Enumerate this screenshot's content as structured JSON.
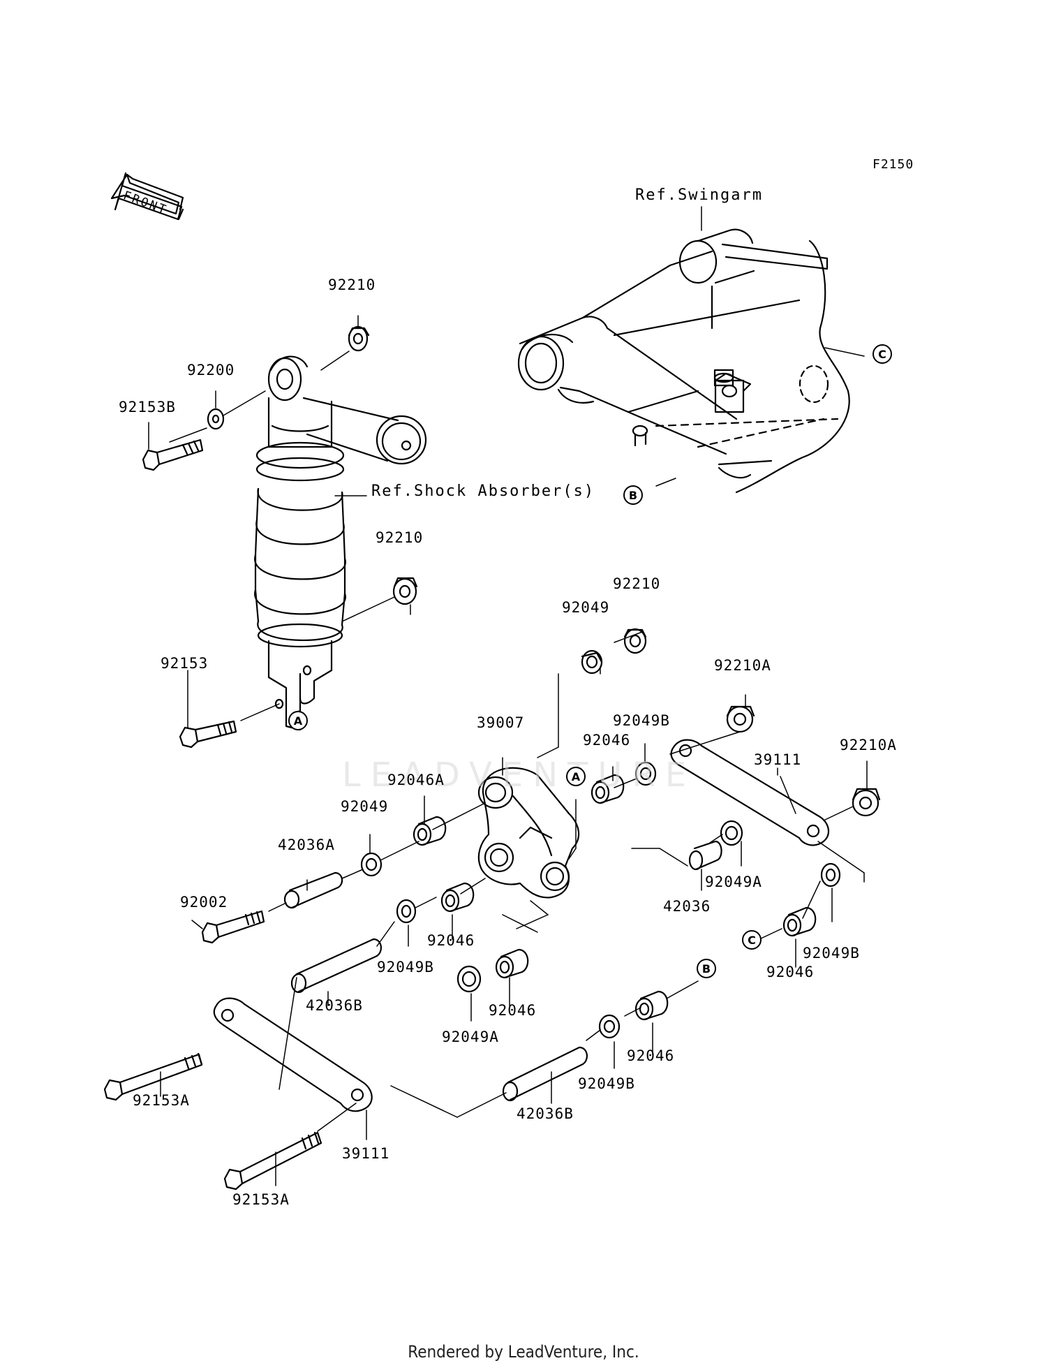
{
  "diagram_code": "F2150",
  "front_label": "FRONT",
  "refs": {
    "swingarm": "Ref.Swingarm",
    "shock": "Ref.Shock Absorber(s)"
  },
  "parts": [
    {
      "id": "p1",
      "number": "92210"
    },
    {
      "id": "p2",
      "number": "92200"
    },
    {
      "id": "p3",
      "number": "92153B"
    },
    {
      "id": "p4",
      "number": "92210"
    },
    {
      "id": "p5",
      "number": "92153"
    },
    {
      "id": "p6",
      "number": "92210"
    },
    {
      "id": "p7",
      "number": "92049"
    },
    {
      "id": "p8",
      "number": "92210A"
    },
    {
      "id": "p9",
      "number": "92049B"
    },
    {
      "id": "p10",
      "number": "39007"
    },
    {
      "id": "p11",
      "number": "92046"
    },
    {
      "id": "p12",
      "number": "92210A"
    },
    {
      "id": "p13",
      "number": "39111"
    },
    {
      "id": "p14",
      "number": "92046A"
    },
    {
      "id": "p15",
      "number": "92049"
    },
    {
      "id": "p16",
      "number": "42036A"
    },
    {
      "id": "p17",
      "number": "92049A"
    },
    {
      "id": "p18",
      "number": "42036"
    },
    {
      "id": "p19",
      "number": "92002"
    },
    {
      "id": "p20",
      "number": "92046"
    },
    {
      "id": "p21",
      "number": "92049B"
    },
    {
      "id": "p22",
      "number": "92046"
    },
    {
      "id": "p23",
      "number": "92049B"
    },
    {
      "id": "p24",
      "number": "42036B"
    },
    {
      "id": "p25",
      "number": "92046"
    },
    {
      "id": "p26",
      "number": "92049A"
    },
    {
      "id": "p27",
      "number": "92046"
    },
    {
      "id": "p28",
      "number": "92049B"
    },
    {
      "id": "p29",
      "number": "92153A"
    },
    {
      "id": "p30",
      "number": "42036B"
    },
    {
      "id": "p31",
      "number": "39111"
    },
    {
      "id": "p32",
      "number": "92153A"
    }
  ],
  "connectors": {
    "a": "A",
    "b": "B",
    "c": "C"
  },
  "watermark": "LEADVENTURE",
  "footer": "Rendered by LeadVenture, Inc."
}
